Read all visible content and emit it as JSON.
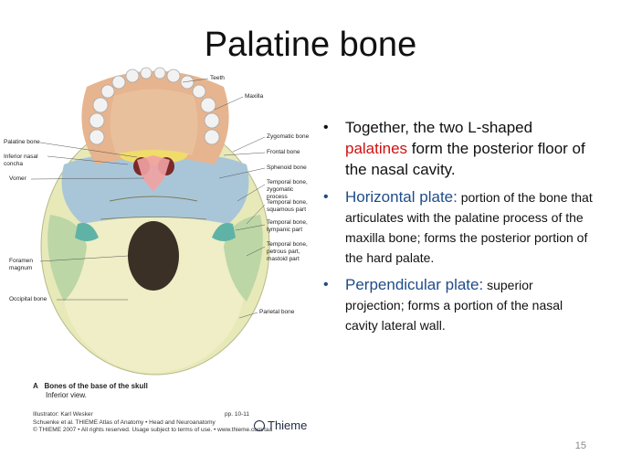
{
  "title": "Palatine bone",
  "figure": {
    "labels_right": [
      "Teeth",
      "Maxilla",
      "Zygomatic bone",
      "Frontal bone",
      "Sphenoid bone",
      "Temporal bone, zygomatic process",
      "Temporal bone, squamous part",
      "Temporal bone, tympanic part",
      "Temporal bone, petrous part, mastoid part",
      "Parietal bone"
    ],
    "labels_left": [
      "Palatine bone",
      "Inferior nasal concha",
      "Vomer",
      "Foramen magnum",
      "Occipital bone"
    ],
    "caption_letter": "A",
    "caption_title": "Bones of the base of the skull",
    "caption_sub": "Inferior view.",
    "illustrator": "Illustrator: Karl Wesker",
    "pages": "pp. 10-11",
    "credit1": "Schuenke et al. THIEME Atlas of Anatomy • Head and Neuroanatomy",
    "credit2": "© THIEME 2007 • All rights reserved. Usage subject to terms of use. • www.thieme.com/taa",
    "publisher": "Thieme"
  },
  "bullets": {
    "b1_pre": "Together, the two L-shaped",
    "b1_red": "palatines",
    "b1_post": "form the posterior floor of the nasal cavity.",
    "b2_head": "Horizontal plate:",
    "b2_text": "portion of the bone that articulates with the palatine process of the maxilla bone; forms the posterior portion of the hard palate.",
    "b3_head": "Perpendicular plate:",
    "b3_text": "superior projection; forms a portion of the nasal cavity lateral wall."
  },
  "page_number": "15",
  "colors": {
    "red": "#d01010",
    "blue": "#1f4c8a"
  }
}
